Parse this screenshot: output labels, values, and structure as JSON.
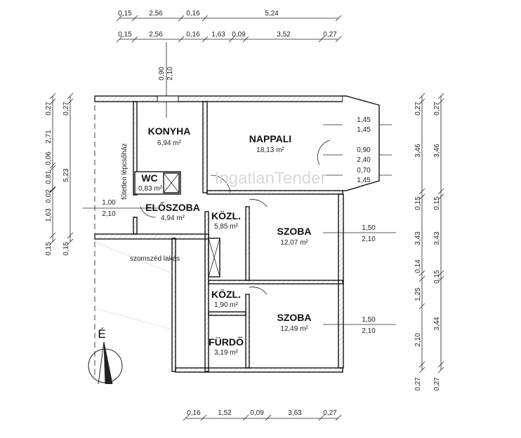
{
  "rooms": {
    "konyha": {
      "name": "KONYHA",
      "area": "6,94 m²"
    },
    "nappali": {
      "name": "NAPPALI",
      "area": "18,13 m²"
    },
    "wc": {
      "name": "WC",
      "area": "0,83 m²"
    },
    "eloszoba": {
      "name": "ELŐSZOBA",
      "area": "4,94 m²"
    },
    "kozl1": {
      "name": "KÖZL.",
      "area": "5,85 m²"
    },
    "szoba1": {
      "name": "SZOBA",
      "area": "12,07 m²"
    },
    "kozl2": {
      "name": "KÖZL.",
      "area": "1,90 m²"
    },
    "furdo": {
      "name": "FÜRDŐ",
      "area": "3,19 m²"
    },
    "szoba2": {
      "name": "SZOBA",
      "area": "12,49 m²"
    }
  },
  "notes": {
    "stair": "fűtetlen lépcsőház",
    "neighbor": "szomszéd lakás",
    "north": "É",
    "watermark": "IngatlanTender"
  },
  "dims": {
    "top1": [
      "0,15",
      "2,56",
      "0,16",
      "5,24"
    ],
    "top2": [
      "0,15",
      "2,56",
      "0,16",
      "1,63",
      "0,09",
      "3,52",
      "0,27"
    ],
    "left1": [
      "0,27",
      "2,71",
      "0,06",
      "0,81",
      "0,02",
      "1,63",
      "0,15"
    ],
    "left2": [
      "0,27",
      "5,23",
      "0,15"
    ],
    "right1": [
      "0,27",
      "3,46",
      "0,15",
      "3,43",
      "0,14",
      "1,25",
      "2,10",
      "0,27"
    ],
    "right2": [
      "0,27",
      "3,46",
      "0,15",
      "3,43",
      "0,15",
      "3,44",
      "0,27"
    ],
    "bottom": [
      "0,16",
      "1,52",
      "0,09",
      "3,63",
      "0,27"
    ],
    "openings": {
      "kitchen_window": [
        "0,90",
        "2,10"
      ],
      "entry_door": [
        "1,00",
        "2,10"
      ],
      "bay1": [
        "1,45",
        "1,45"
      ],
      "bay_door": [
        "0,90",
        "2,40"
      ],
      "bay2": [
        "0,70",
        "1,45"
      ],
      "szoba1_window": [
        "1,50",
        "2,10"
      ],
      "szoba2_window": [
        "1,50",
        "2,10"
      ]
    }
  }
}
